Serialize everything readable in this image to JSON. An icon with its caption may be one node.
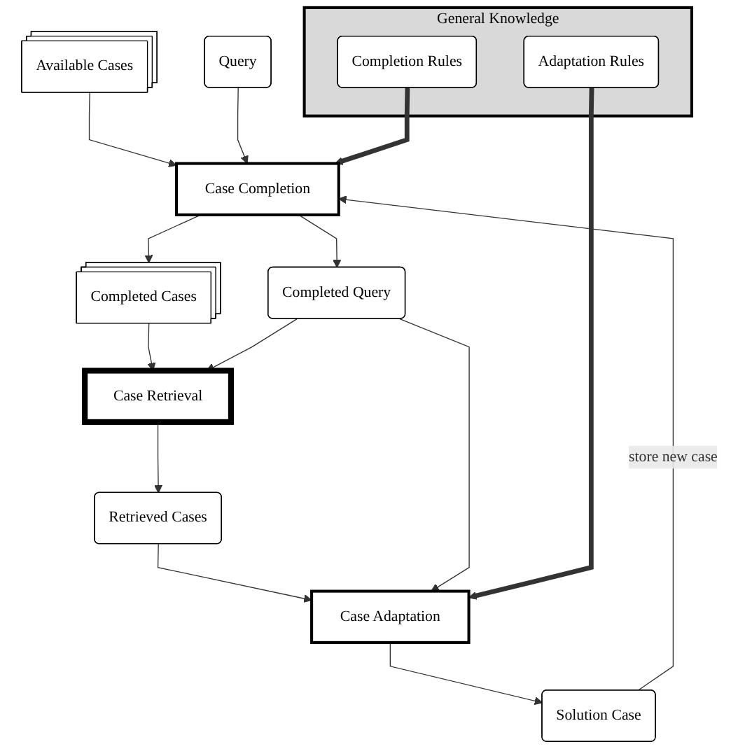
{
  "diagram": {
    "nodes": [
      {
        "text": [
          "Available Cases"
        ]
      },
      {
        "text": [
          "Query"
        ]
      },
      {
        "text": [
          "Case Completion"
        ]
      },
      {
        "text": [
          "General Knowledge"
        ]
      },
      {
        "text": [
          "Completion Rules"
        ],
        "in": 3
      },
      {
        "text": [
          "Completed Cases"
        ]
      },
      {
        "text": [
          "Completed Query"
        ]
      },
      {
        "text": [
          "Case Retrieval"
        ]
      },
      {
        "text": [
          "Retrieved Cases"
        ]
      },
      {
        "text": [
          "Case Adaptation"
        ]
      },
      {
        "text": [
          "Adaptation Rules"
        ],
        "in": 3
      },
      {
        "text": [
          "Solution Case"
        ]
      }
    ],
    "edges": [
      {
        "from": 0,
        "to": 2,
        "arrow": "to"
      },
      {
        "from": 1,
        "to": 2,
        "arrow": "to"
      },
      {
        "from": 4,
        "to": 2,
        "arrow": "to",
        "style": "thick"
      },
      {
        "from": 2,
        "to": 5,
        "arrow": "to"
      },
      {
        "from": 2,
        "to": 6,
        "arrow": "to"
      },
      {
        "from": 5,
        "to": 7,
        "arrow": "to"
      },
      {
        "from": 6,
        "to": 7,
        "arrow": "to"
      },
      {
        "from": 7,
        "to": 8,
        "arrow": "to"
      },
      {
        "from": 8,
        "to": 9,
        "arrow": "to"
      },
      {
        "from": 6,
        "to": 9,
        "arrow": "to"
      },
      {
        "from": 10,
        "to": 9,
        "arrow": "to",
        "style": "thick"
      },
      {
        "from": 9,
        "to": 11,
        "arrow": "to"
      },
      {
        "from": 11,
        "to": 2,
        "arrow": "to",
        "label": "store new case"
      }
    ]
  }
}
